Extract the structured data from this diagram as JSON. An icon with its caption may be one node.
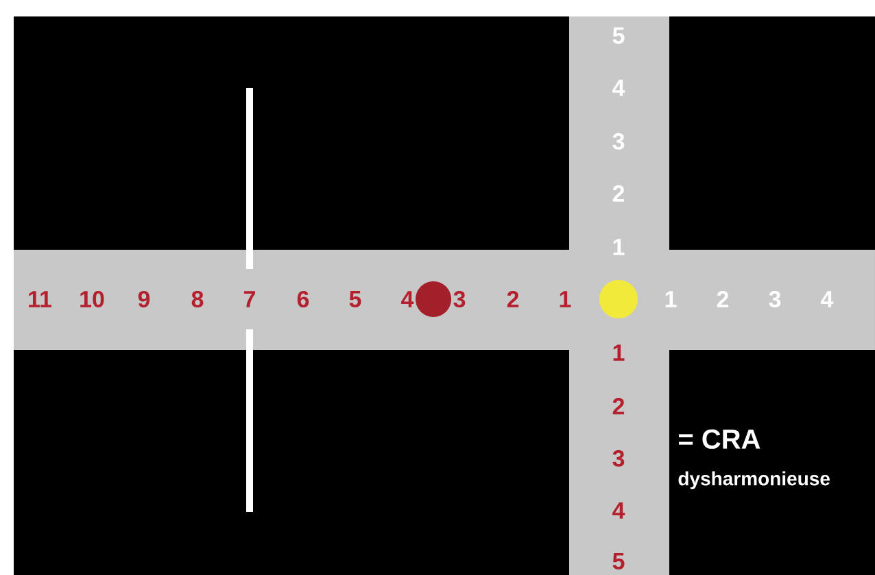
{
  "diagram": {
    "labels": [
      "5",
      "4",
      "3",
      "2",
      "1",
      "11",
      "10",
      "9",
      "8",
      "7",
      "6",
      "5",
      "4",
      "3",
      "2",
      "1",
      "1",
      "2",
      "3",
      "4",
      "1",
      "2",
      "3",
      "4",
      "5",
      "= CRA",
      "dysharmonieuse"
    ]
  }
}
